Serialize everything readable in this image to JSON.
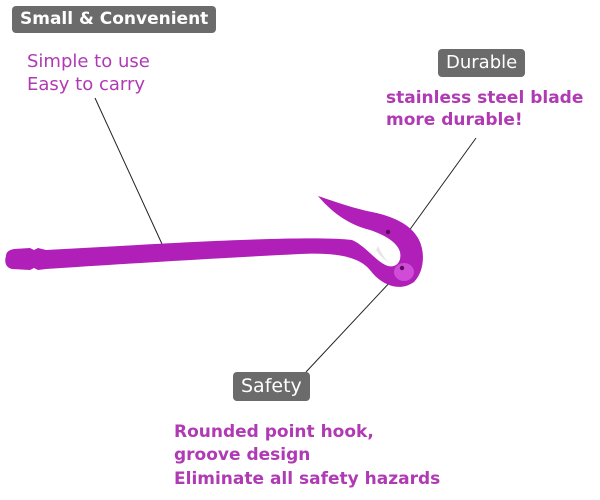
{
  "colors": {
    "tool_purple": "#b01fb8",
    "tool_highlight": "#d04cd6",
    "badge_gray": "#6b6b6b",
    "text_purple": "#b03ab4",
    "blade": "#e6e6e6"
  },
  "callouts": {
    "small": {
      "title": "Small & Convenient",
      "lines": [
        "Simple to use",
        "Easy to carry"
      ]
    },
    "durable": {
      "title": "Durable",
      "lines": [
        "stainless steel blade",
        "more durable!"
      ]
    },
    "safety": {
      "title": "Safety",
      "lines": [
        "Rounded point hook,",
        "groove design",
        "Eliminate all safety hazards"
      ]
    }
  }
}
